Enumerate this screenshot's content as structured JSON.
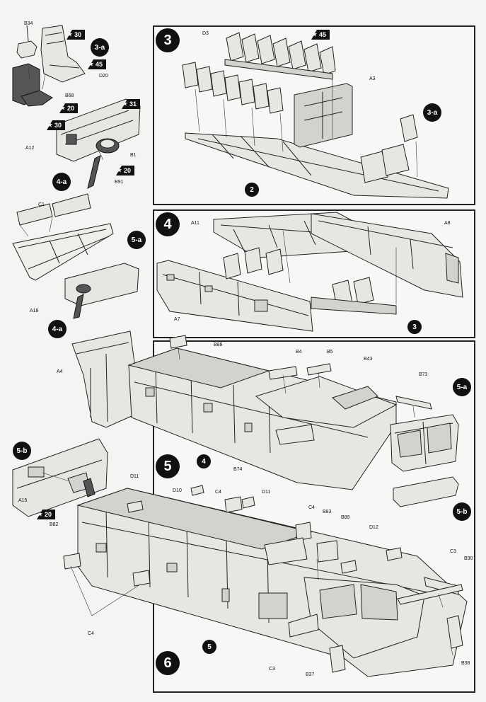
{
  "steps": {
    "s3": "3",
    "s4": "4",
    "s5": "5",
    "s6": "6"
  },
  "sub_steps": {
    "a3": "3-a",
    "a4": "4-a",
    "a4_in5": "4-a",
    "a5": "5-a",
    "a5_in5": "5-a",
    "b5": "5-b",
    "b5_in5": "5-b",
    "a3_in3": "3-a"
  },
  "ref_steps": {
    "r2": "2",
    "r3": "3",
    "r4": "4",
    "r5": "5"
  },
  "color_flags": {
    "f30a": "30",
    "f45a": "45",
    "f20a": "20",
    "f31": "31",
    "f30b": "30",
    "f20b": "20",
    "f45b": "45",
    "f20c": "20"
  },
  "part_labels": {
    "B34": "B34",
    "D20": "D20",
    "B68": "B68",
    "A12": "A12",
    "B1": "B1",
    "B91": "B91",
    "D3": "D3",
    "A3": "A3",
    "C1": "C1",
    "A18": "A18",
    "A11": "A11",
    "A8": "A8",
    "A7": "A7",
    "B88": "B88",
    "A4": "A4",
    "B4": "B4",
    "B5": "B5",
    "B43": "B43",
    "B73": "B73",
    "B74": "B74",
    "A15": "A15",
    "B82": "B82",
    "D11a": "D11",
    "D10": "D10",
    "C4a": "C4",
    "D11b": "D11",
    "C4b": "C4",
    "B83": "B83",
    "B89": "B89",
    "D12": "D12",
    "C3a": "C3",
    "B90": "B90",
    "C4c": "C4",
    "C3b": "C3",
    "B37": "B37",
    "B38": "B38"
  },
  "icons": {
    "flag": "paint-flag-icon",
    "badge": "step-badge-icon"
  },
  "colors": {
    "ink": "#111111",
    "paper": "#f4f4f2",
    "part_fill": "#e6e6e3"
  }
}
